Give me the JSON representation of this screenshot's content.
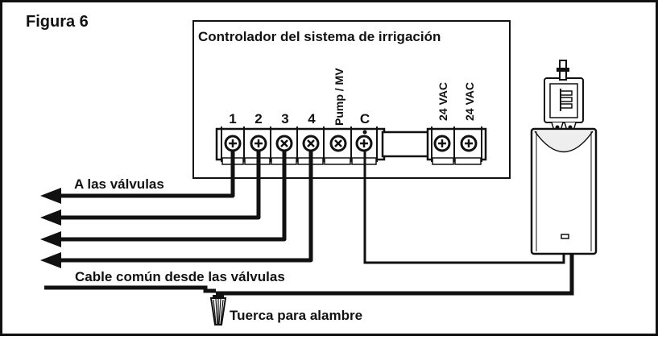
{
  "figure": {
    "title": "Figura 6",
    "controller_title": "Controlador del sistema de irrigación",
    "terminals": [
      "1",
      "2",
      "3",
      "4",
      "Pump / MV",
      "C",
      "24 VAC",
      "24 VAC"
    ],
    "valves_label": "A las válvulas",
    "common_label": "Cable común desde las válvulas",
    "wire_nut_label": "Tuerca para alambre"
  }
}
